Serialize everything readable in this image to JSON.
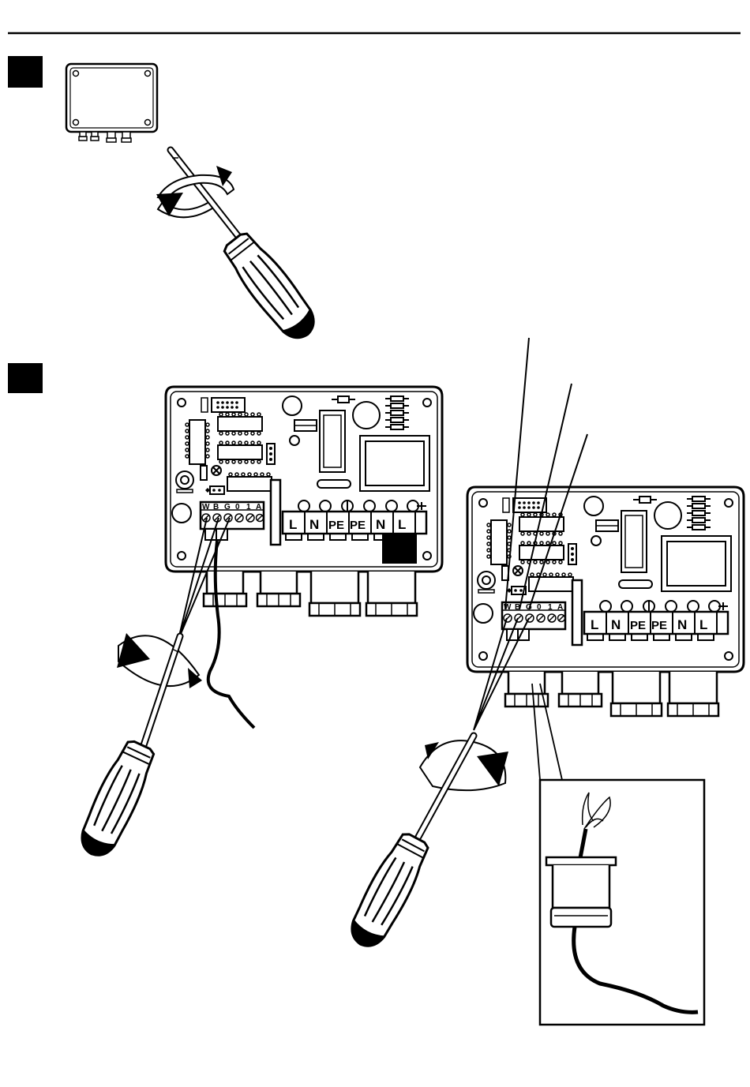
{
  "page": {
    "colors": {
      "ink": "#000000",
      "paper": "#ffffff"
    }
  },
  "steps": [
    {
      "marker": "step-1-marker",
      "description": "open housing cover screws"
    },
    {
      "marker": "step-2-marker",
      "description": "connect sensor wires to terminal block"
    }
  ],
  "terminal_labels": {
    "signal": [
      "W",
      "B",
      "G",
      "0",
      "1",
      "A"
    ],
    "power": [
      "L",
      "N",
      "PE",
      "PE",
      "N",
      "L"
    ]
  }
}
